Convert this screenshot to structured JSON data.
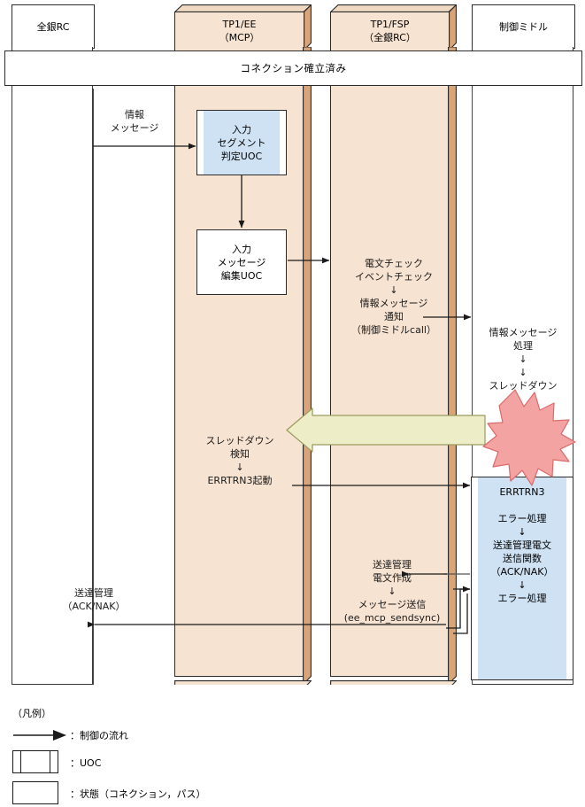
{
  "diagram": {
    "title_bar": "コネクション確立済み",
    "columns": [
      {
        "id": "zenginrc",
        "label": "全銀RC",
        "style": "flat"
      },
      {
        "id": "tp1ee",
        "label": "TP1/EE\n（MCP）",
        "style": "box3d"
      },
      {
        "id": "tp1fsp",
        "label": "TP1/FSP\n（全銀RC）",
        "style": "box3d"
      },
      {
        "id": "seigyomiddle",
        "label": "制御ミドル",
        "style": "flat"
      }
    ],
    "uoc_boxes": [
      {
        "id": "uoc-input-segment",
        "label": "入力\nセグメント\n判定UOC",
        "fill": "blue"
      },
      {
        "id": "uoc-input-message",
        "label": "入力\nメッセージ\n編集UOC",
        "fill": "white"
      },
      {
        "id": "uoc-errtrn3",
        "label": "ERRTRN3\n\nエラー処理\n↓\n送達管理電文\n送信関数\n（ACK/NAK）\n↓\nエラー処理",
        "fill": "blue"
      }
    ],
    "labels": {
      "info_message_in": "情報\nメッセージ",
      "fsp_check": "電文チェック\nイベントチェック\n↓\n情報メッセージ\n通知\n（制御ミドルcall）",
      "middle_process": "情報メッセージ\n処理\n↓\n↓\nスレッドダウン",
      "ee_detect": "スレッドダウン\n検知\n↓\nERRTRN3起動",
      "fsp_send": "送達管理\n電文作成\n↓\nメッセージ送信\n(ee_mcp_sendsync)",
      "ack_nak_out": "送達管理\n（ACK/NAK）"
    },
    "legend": {
      "title": "（凡例）",
      "items": [
        {
          "id": "legend-flow",
          "icon": "arrow-icon",
          "text": "：制御の流れ"
        },
        {
          "id": "legend-uoc",
          "icon": "uoc-box-icon",
          "text": "：UOC"
        },
        {
          "id": "legend-state",
          "icon": "state-box-icon",
          "text": "：状態（コネクション，パス）"
        }
      ]
    },
    "colors": {
      "column_fill_3d": "#f7e3d1",
      "column_side_3d": "#d9a477",
      "uoc_fill_blue": "#cfe2f3",
      "thick_arrow": "#edeec8",
      "thick_arrow_edge": "#9a9a5e",
      "burst_fill": "#f4a3a3",
      "burst_edge": "#d96b6b",
      "line": "#2b2b2b"
    }
  }
}
